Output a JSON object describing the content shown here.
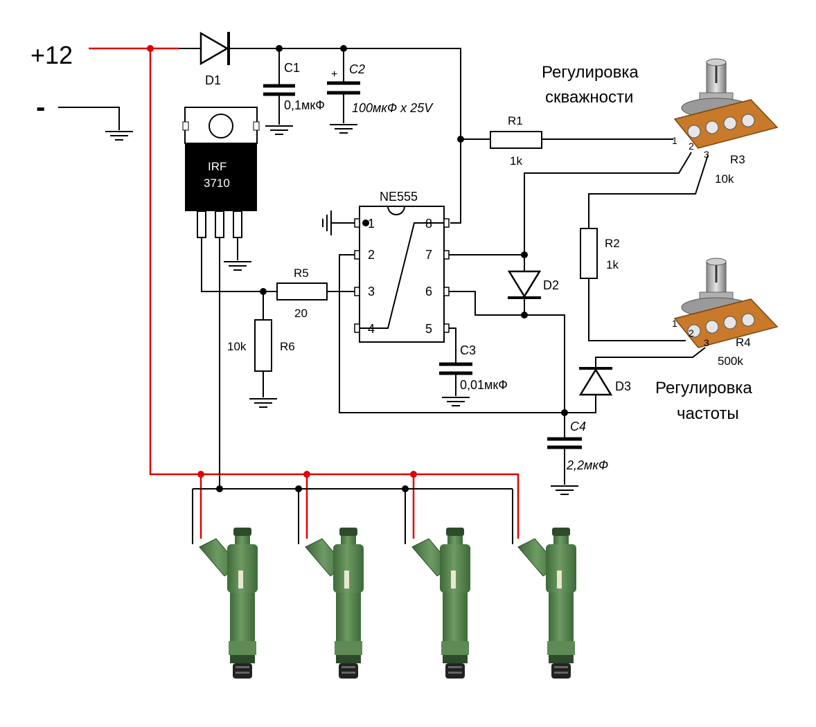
{
  "supply": {
    "plus": "+12",
    "minus": "-"
  },
  "labels": {
    "d1": "D1",
    "c1": "C1",
    "c1_val": "0,1мкФ",
    "c2": "C2",
    "c2_val": "100мкФ х 25V",
    "c2_plus": "+",
    "irf_a": "IRF",
    "irf_b": "3710",
    "ne555": "NE555",
    "r1": "R1",
    "r1_val": "1k",
    "r2": "R2",
    "r2_val": "1k",
    "r3": "R3",
    "r3_val": "10k",
    "r4": "R4",
    "r4_val": "500k",
    "r5": "R5",
    "r5_val": "20",
    "r6": "R6",
    "r6_val": "10k",
    "c3": "C3",
    "c3_val": "0,01мкФ",
    "c4": "C4",
    "c4_val": "2,2мкФ",
    "d2": "D2",
    "d3": "D3",
    "pin1": "1",
    "pin2": "2",
    "pin3": "3",
    "pin4": "4",
    "pin5": "5",
    "pin6": "6",
    "pin7": "7",
    "pin8": "8",
    "pot_p1": "1",
    "pot_p2": "2",
    "pot_p3": "3",
    "duty_a": "Регулировка",
    "duty_b": "скважности",
    "freq_a": "Регулировка",
    "freq_b": "частоты"
  },
  "colors": {
    "wire": "#000000",
    "power_wire": "#e00000",
    "injector": "#5e8c55",
    "injector_dark": "#3e6a3a",
    "pot_board": "#c8792a",
    "mosfet_body": "#000000"
  },
  "icons": [
    "diode-icon",
    "capacitor-icon",
    "resistor-icon",
    "ground-icon",
    "potentiometer-icon",
    "mosfet-icon",
    "fuel-injector-icon"
  ]
}
